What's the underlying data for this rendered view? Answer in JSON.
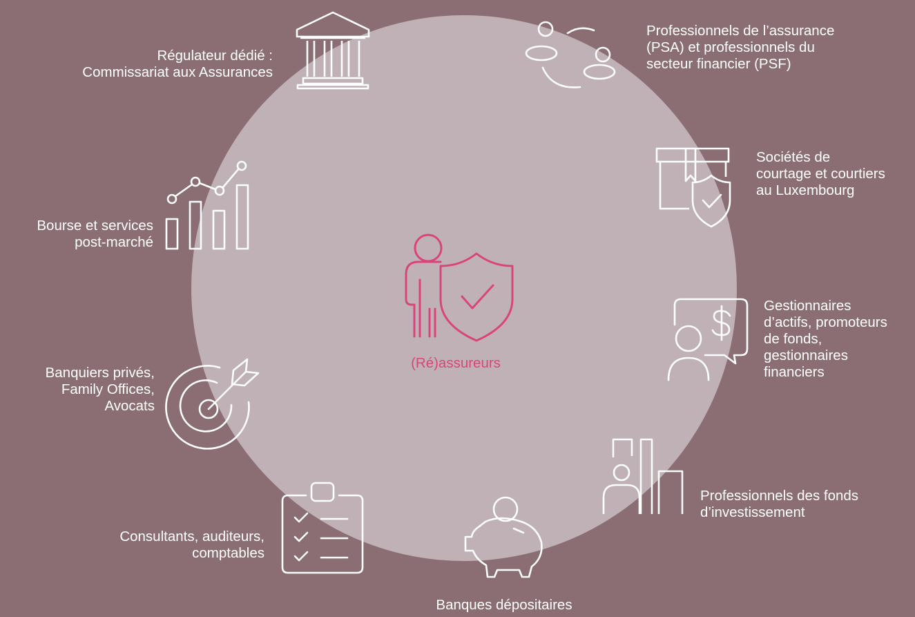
{
  "colors": {
    "background": "#8b6e74",
    "circle": "#bfb1b6",
    "icon_stroke": "#ffffff",
    "accent": "#d9457a"
  },
  "center": {
    "label": "(Ré)assureurs",
    "icon": "person-with-shield-icon"
  },
  "stakeholders": [
    {
      "id": "regulateur",
      "icon": "bank-building-icon",
      "label": "Régulateur dédié :\nCommissariat aux Assurances"
    },
    {
      "id": "psa-psf",
      "icon": "people-exchange-icon",
      "label": "Professionnels de l’assurance\n(PSA) et professionnels du\nsecteur financier (PSF)"
    },
    {
      "id": "courtage",
      "icon": "box-with-shield-icon",
      "label": "Sociétés de\ncourtage et courtiers\nau Luxembourg"
    },
    {
      "id": "gestionnaires",
      "icon": "advisor-dollar-icon",
      "label": "Gestionnaires\nd’actifs, promoteurs\nde fonds,\ngestionnaires\nfinanciers"
    },
    {
      "id": "fonds",
      "icon": "person-bar-chart-icon",
      "label": "Professionnels des fonds\nd’investissement"
    },
    {
      "id": "depositaires",
      "icon": "piggy-bank-icon",
      "label": "Banques dépositaires"
    },
    {
      "id": "consultants",
      "icon": "clipboard-checklist-icon",
      "label": "Consultants, auditeurs,\ncomptables"
    },
    {
      "id": "banquiers",
      "icon": "target-arrow-icon",
      "label": "Banquiers privés,\nFamily Offices,\nAvocats"
    },
    {
      "id": "bourse",
      "icon": "growth-chart-icon",
      "label": "Bourse et services\npost-marché"
    }
  ]
}
